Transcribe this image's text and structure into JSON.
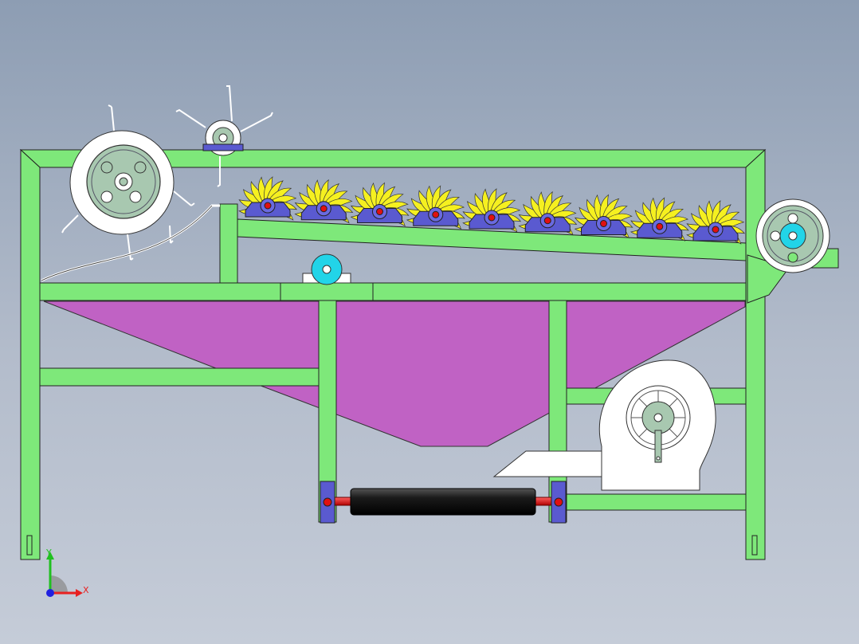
{
  "colors": {
    "background_top": "#8d9db3",
    "background_bottom": "#c5ccd8",
    "frame": "#7ee87a",
    "hopper": "#c062c4",
    "flail_blade": "#f5f020",
    "bearing": "#5a5ad0",
    "hub_center": "#e01010",
    "pulley_face": "#a8c8b0",
    "accent_cyan": "#22d4e8",
    "roller": "#111111",
    "shaft": "#e02020",
    "fan_housing": "#ffffff"
  },
  "assembly": {
    "flail_rotor_count": 9,
    "pulley_count": 3,
    "fan_count": 1,
    "bottom_roller_count": 1
  },
  "axis_triad": {
    "x_label": "X",
    "y_label": "Y",
    "x_color": "#e82020",
    "y_color": "#20c020",
    "z_color": "#2020e0"
  }
}
